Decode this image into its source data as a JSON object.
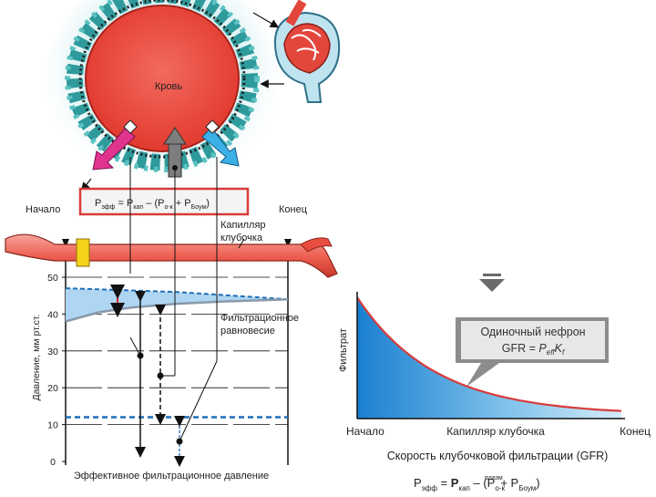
{
  "top": {
    "blood_label": "Кровь"
  },
  "formula_box": {
    "lhs": "P",
    "lhs_sub": "эфф",
    "eq": " = P",
    "sub1": "кап",
    "mid": " – (P",
    "sub2": "о-к",
    "plus": " + P",
    "sub3": "Боум",
    "close": ")"
  },
  "left_chart": {
    "start_label": "Начало",
    "end_label": "Конец",
    "capillary_label_1": "Капилляр",
    "capillary_label_2": "клубочка",
    "equilibrium_label_1": "Фильтрационное",
    "equilibrium_label_2": "равновесие",
    "ylabel": "Давление, мм рт.ст.",
    "xlabel": "Эффективное фильтрационное давление",
    "yticks": [
      "50",
      "40",
      "30",
      "20",
      "10",
      "0"
    ]
  },
  "chart_data": {
    "type": "line",
    "title": "",
    "xlabel": "Эффективное фильтрационное давление",
    "ylabel": "Давление, мм рт.ст.",
    "ylim": [
      0,
      50
    ],
    "grid": true,
    "series": [
      {
        "x": [
          0,
          0.25,
          0.5,
          0.75,
          1
        ],
        "y": [
          47,
          46.5,
          46,
          45,
          44
        ]
      },
      {
        "x": [
          0,
          0.15,
          0.3,
          0.5,
          0.7,
          1
        ],
        "y": [
          38,
          40.5,
          41.8,
          42.8,
          43.4,
          44
        ]
      },
      {
        "x": [
          0,
          1
        ],
        "y": [
          12,
          12
        ]
      }
    ]
  },
  "right_chart": {
    "ylabel": "Фильтрат",
    "xlabel": "Скорость клубочковой фильтрации (GFR)",
    "x_start": "Начало",
    "x_mid": "Капилляр клубочка",
    "x_end": "Конец",
    "callout_1": "Одиночный нефрон",
    "callout_2_prefix": "GFR = ",
    "callout_2_var": "P",
    "callout_2_sub": "eff",
    "callout_2_k": "K",
    "callout_2_ksub": "f"
  },
  "bottom_formula": {
    "p1": "P",
    "s1": "эфф",
    "eq": " = ",
    "p2": "P",
    "s2": "кап",
    "mid": " – (P",
    "s3": "о-к",
    "sup3": "плазм",
    "plus": " + P",
    "s4": "Боум",
    "close": ")"
  },
  "colors": {
    "blood": "#e8453c",
    "tissue": "#3aa7a8",
    "teal_light": "#bfe7ea",
    "capillary": "#ef6a5a",
    "equilibrium": "#1f6fb8",
    "fill_blue": "#2d8fd6",
    "frame_red": "#d93b3b",
    "callout_grey": "#8c8c8c",
    "arrow_pink": "#e0348e",
    "arrow_blue": "#3ab0e6",
    "arrow_grey": "#777777"
  }
}
